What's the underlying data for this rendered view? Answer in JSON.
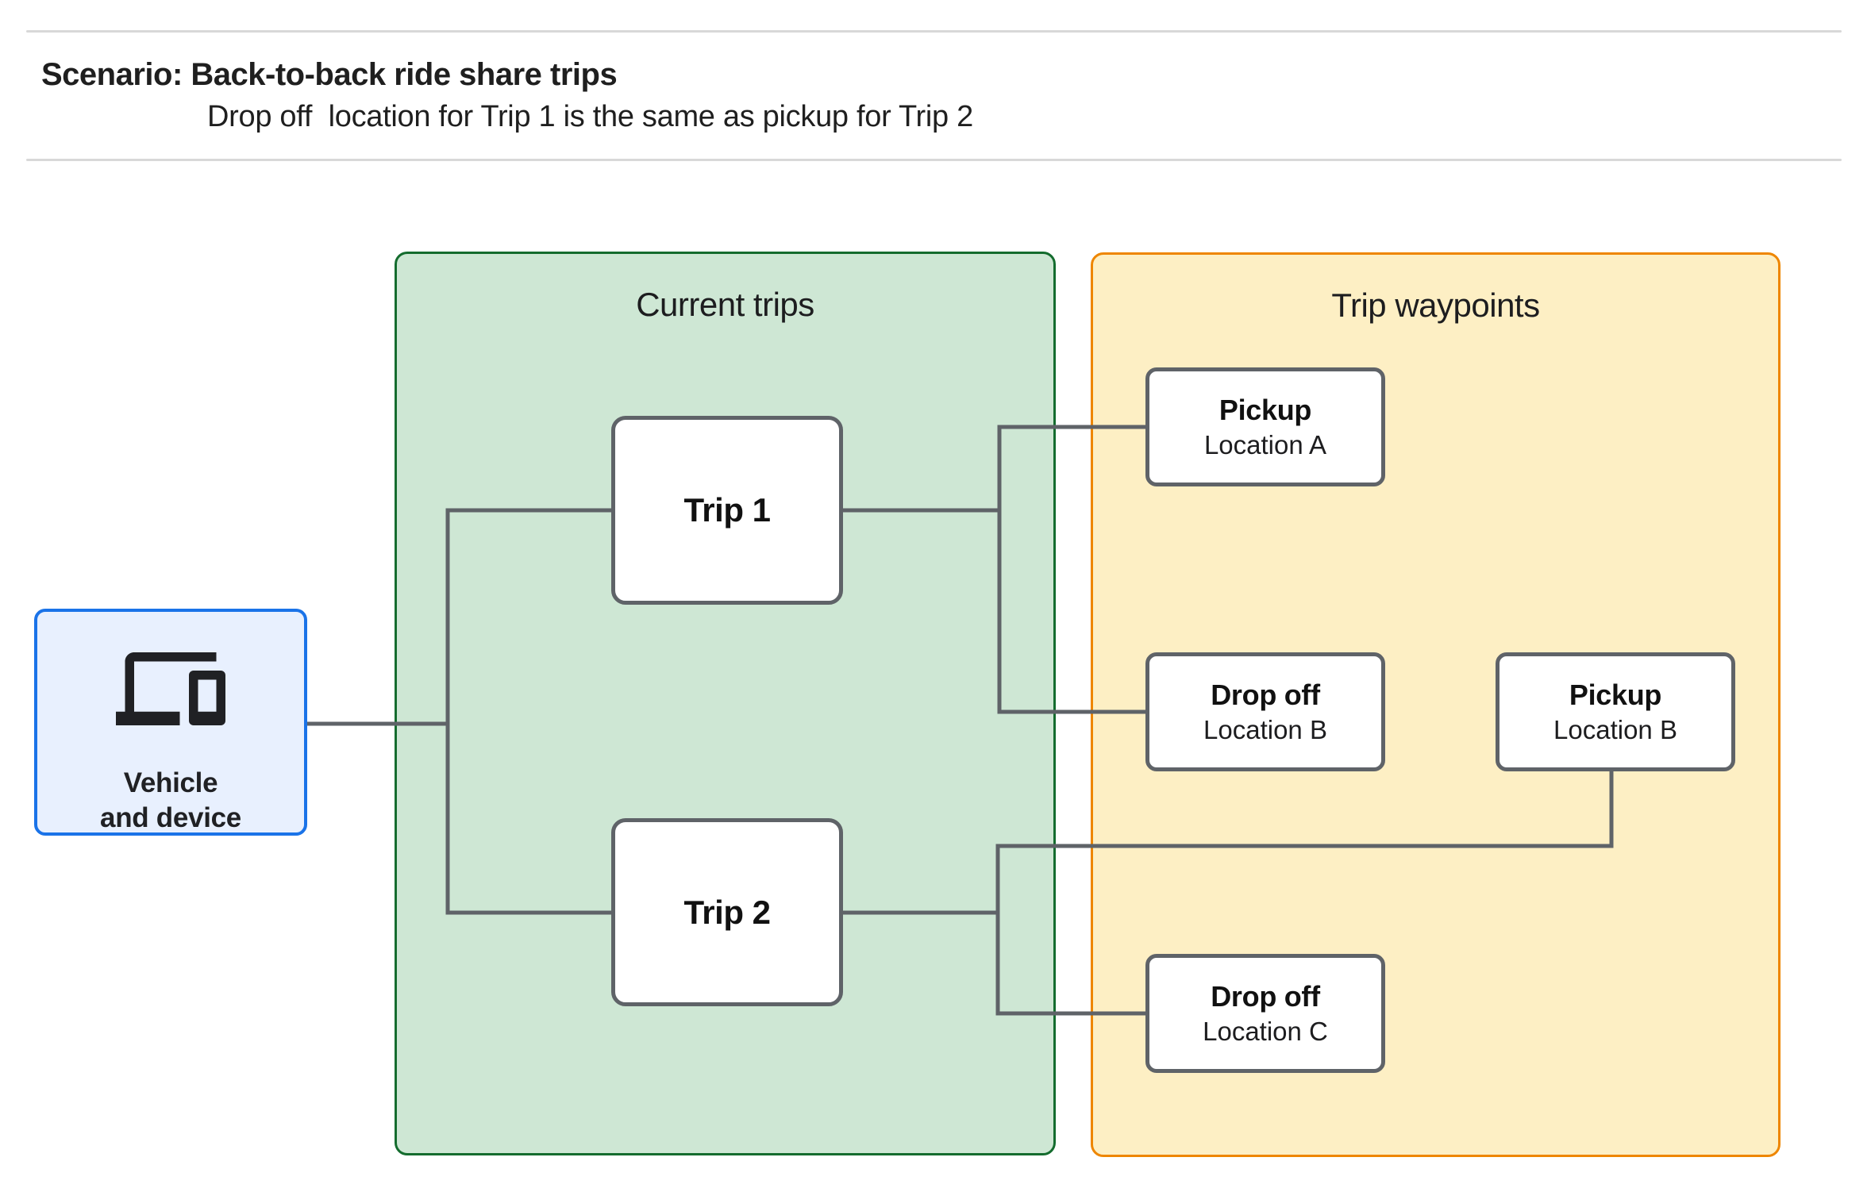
{
  "header": {
    "title": "Scenario: Back-to-back ride share trips",
    "subtitle": "Drop off  location for Trip 1 is the same as pickup for Trip 2"
  },
  "vehicle_box": {
    "icon": "devices-icon",
    "label_line1": "Vehicle",
    "label_line2": "and device"
  },
  "groups": {
    "current_trips": {
      "title": "Current trips",
      "trips": [
        {
          "label": "Trip 1"
        },
        {
          "label": "Trip 2"
        }
      ]
    },
    "trip_waypoints": {
      "title": "Trip waypoints",
      "waypoints": [
        {
          "type": "Pickup",
          "location": "Location A"
        },
        {
          "type": "Drop off",
          "location": "Location B"
        },
        {
          "type": "Pickup",
          "location": "Location B"
        },
        {
          "type": "Drop off",
          "location": "Location C"
        }
      ]
    }
  },
  "colors": {
    "vehicle_fill": "#e8f0fe",
    "vehicle_border": "#1a73e8",
    "current_trips_fill": "#cee7d4",
    "current_trips_border": "#146c2e",
    "trip_waypoints_fill": "#fdefc4",
    "trip_waypoints_border": "#ee8600",
    "node_border": "#5f6368",
    "connector": "#5f6368",
    "divider": "#d8d8d8",
    "text": "#202124"
  }
}
